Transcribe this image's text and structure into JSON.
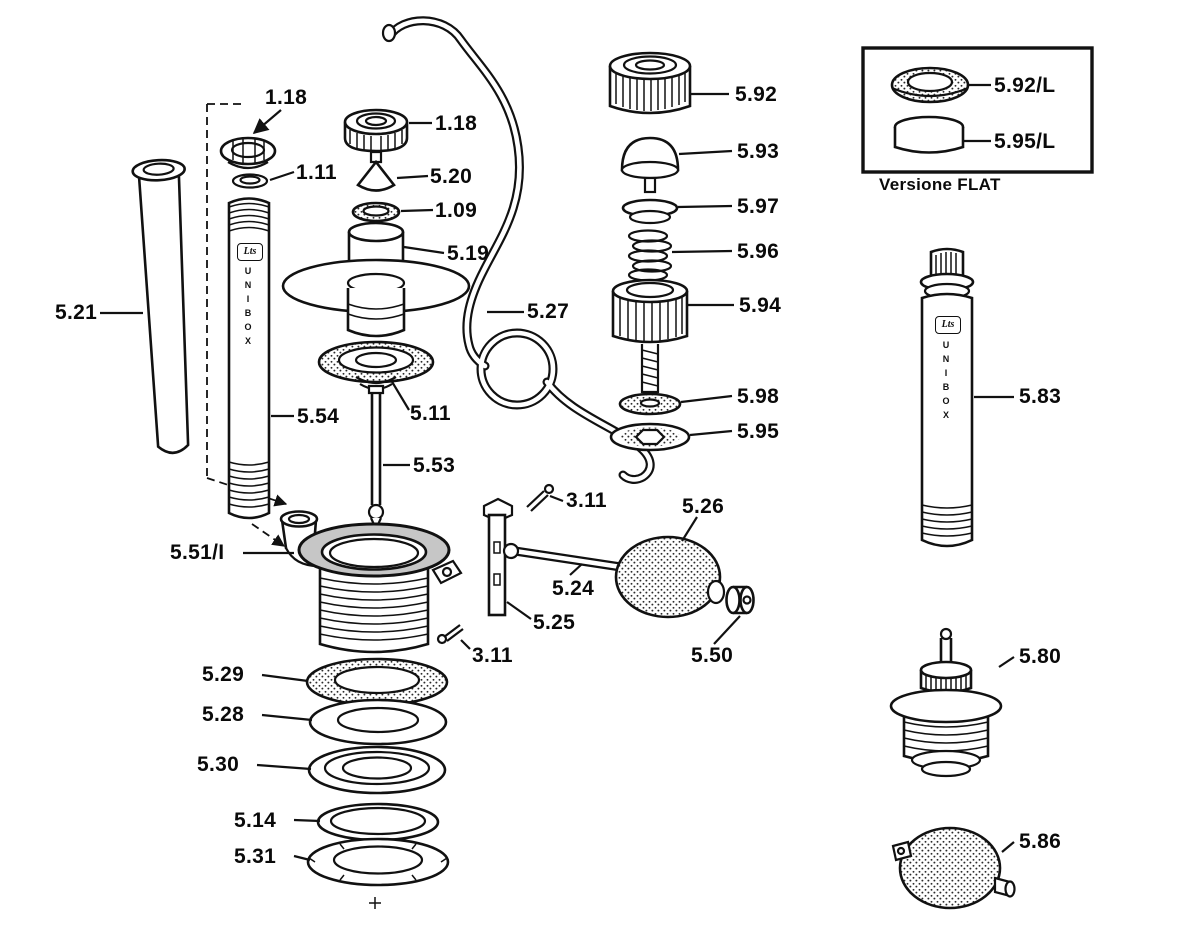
{
  "diagram": {
    "kind": "exploded-parts-diagram",
    "inset_caption": "Versione FLAT"
  },
  "branding": {
    "logo": "Lts",
    "vertical_text": "UNIBOX"
  },
  "parts": {
    "p1_18_a": "1.18",
    "p1_18_b": "1.18",
    "p1_11": "1.11",
    "p5_20": "5.20",
    "p1_09": "1.09",
    "p5_19": "5.19",
    "p5_27": "5.27",
    "p5_21": "5.21",
    "p5_54": "5.54",
    "p5_11": "5.11",
    "p5_53": "5.53",
    "p5_51_I": "5.51/I",
    "p3_11_a": "3.11",
    "p5_26": "5.26",
    "p5_24": "5.24",
    "p5_25": "5.25",
    "p3_11_b": "3.11",
    "p5_50": "5.50",
    "p5_29": "5.29",
    "p5_28": "5.28",
    "p5_30": "5.30",
    "p5_14": "5.14",
    "p5_31": "5.31",
    "p5_92": "5.92",
    "p5_93": "5.93",
    "p5_97": "5.97",
    "p5_96": "5.96",
    "p5_94": "5.94",
    "p5_98": "5.98",
    "p5_95": "5.95",
    "p5_92_L": "5.92/L",
    "p5_95_L": "5.95/L",
    "p5_83": "5.83",
    "p5_80": "5.80",
    "p5_86": "5.86"
  }
}
